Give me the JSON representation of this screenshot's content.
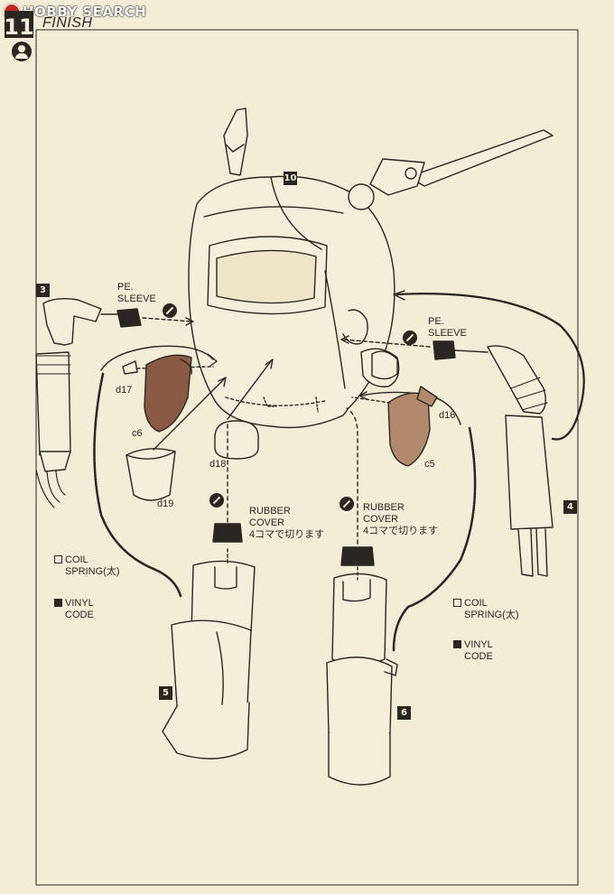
{
  "watermark": {
    "text": "HOBBY SEARCH"
  },
  "header": {
    "step_number": "11",
    "title": "FINISH"
  },
  "badges": {
    "b3": "3",
    "b4": "4",
    "b5": "5",
    "b6": "6",
    "b10": "10"
  },
  "labels": {
    "pe_sleeve_left": [
      "PE.",
      "SLEEVE"
    ],
    "pe_sleeve_right": [
      "PE.",
      "SLEEVE"
    ],
    "rubber_cover_left": [
      "RUBBER",
      "COVER",
      "4コマで切ります"
    ],
    "rubber_cover_right": [
      "RUBBER",
      "COVER",
      "4コマで切ります"
    ],
    "coil_left": [
      "COIL",
      "SPRING(太)"
    ],
    "coil_right": [
      "COIL",
      "SPRING(太)"
    ],
    "vinyl_left": [
      "VINYL",
      "CODE"
    ],
    "vinyl_right": [
      "VINYL",
      "CODE"
    ]
  },
  "parts": {
    "d17": "d17",
    "c6": "c6",
    "d18": "d18",
    "d19": "d19",
    "d16": "d16",
    "c5": "c5"
  },
  "colors": {
    "paper": "#f3ecd6",
    "ink": "#2b2622",
    "part_fill": "#8a5a44",
    "part_fill_light": "#b3896e"
  }
}
